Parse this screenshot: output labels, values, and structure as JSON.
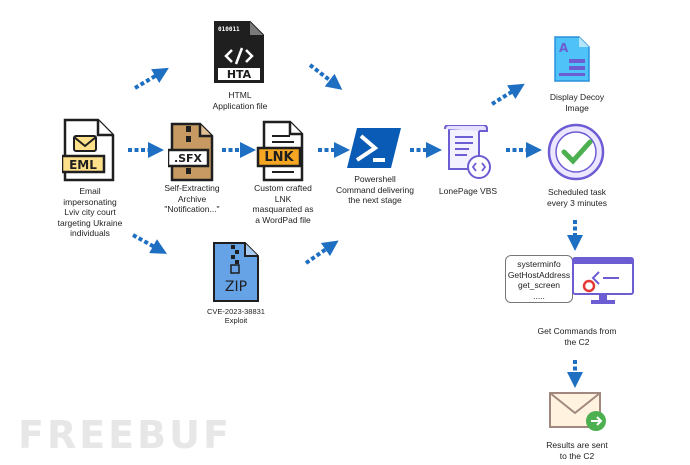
{
  "nodes": {
    "eml": {
      "icon_text": "EML",
      "label_lines": [
        "Email",
        "impersonating",
        "Lviv city court",
        "targeting Ukraine",
        "individuals"
      ]
    },
    "sfx": {
      "icon_text": ".SFX",
      "label_lines": [
        "Self-Extracting",
        "Archive",
        "\"Notification...\""
      ]
    },
    "hta": {
      "icon_text": "HTA",
      "label_lines": [
        "HTML",
        "Application file"
      ]
    },
    "lnk": {
      "icon_text": "LNK",
      "label_lines": [
        "Custom crafted",
        "LNK",
        "masquarated as",
        "a WordPad file"
      ]
    },
    "zip": {
      "icon_text": "ZIP",
      "label_lines": [
        "CVE-2023-38831",
        "Exploit"
      ]
    },
    "powershell": {
      "label_lines": [
        "Powershell",
        "Command delivering",
        "the next stage"
      ]
    },
    "lonepage": {
      "label_lines": [
        "LonePage VBS"
      ]
    },
    "decoy": {
      "icon_text": "A",
      "label_lines": [
        "Display Decoy",
        "Image"
      ]
    },
    "task": {
      "label_lines": [
        "Scheduled task",
        "every 3 minutes"
      ]
    },
    "commands": {
      "items": [
        "systerminfo",
        "GetHostAddress",
        "get_screen",
        "....."
      ],
      "label_lines": [
        "Get Commands from",
        "the C2"
      ]
    },
    "results": {
      "label_lines": [
        "Results are sent",
        "to the C2"
      ]
    }
  },
  "hta_binary": "010011",
  "watermark": "FREEBUF",
  "colors": {
    "arrow": "#1e6fc2",
    "icon_dark": "#1f1f1f",
    "eml_yellow": "#ffe08a",
    "lnk_orange": "#f5a623",
    "zip_blue": "#66a3e6",
    "powershell_blue": "#0a5bb5",
    "check_green": "#4caf50",
    "decoy_purple": "#6c5dd3"
  }
}
